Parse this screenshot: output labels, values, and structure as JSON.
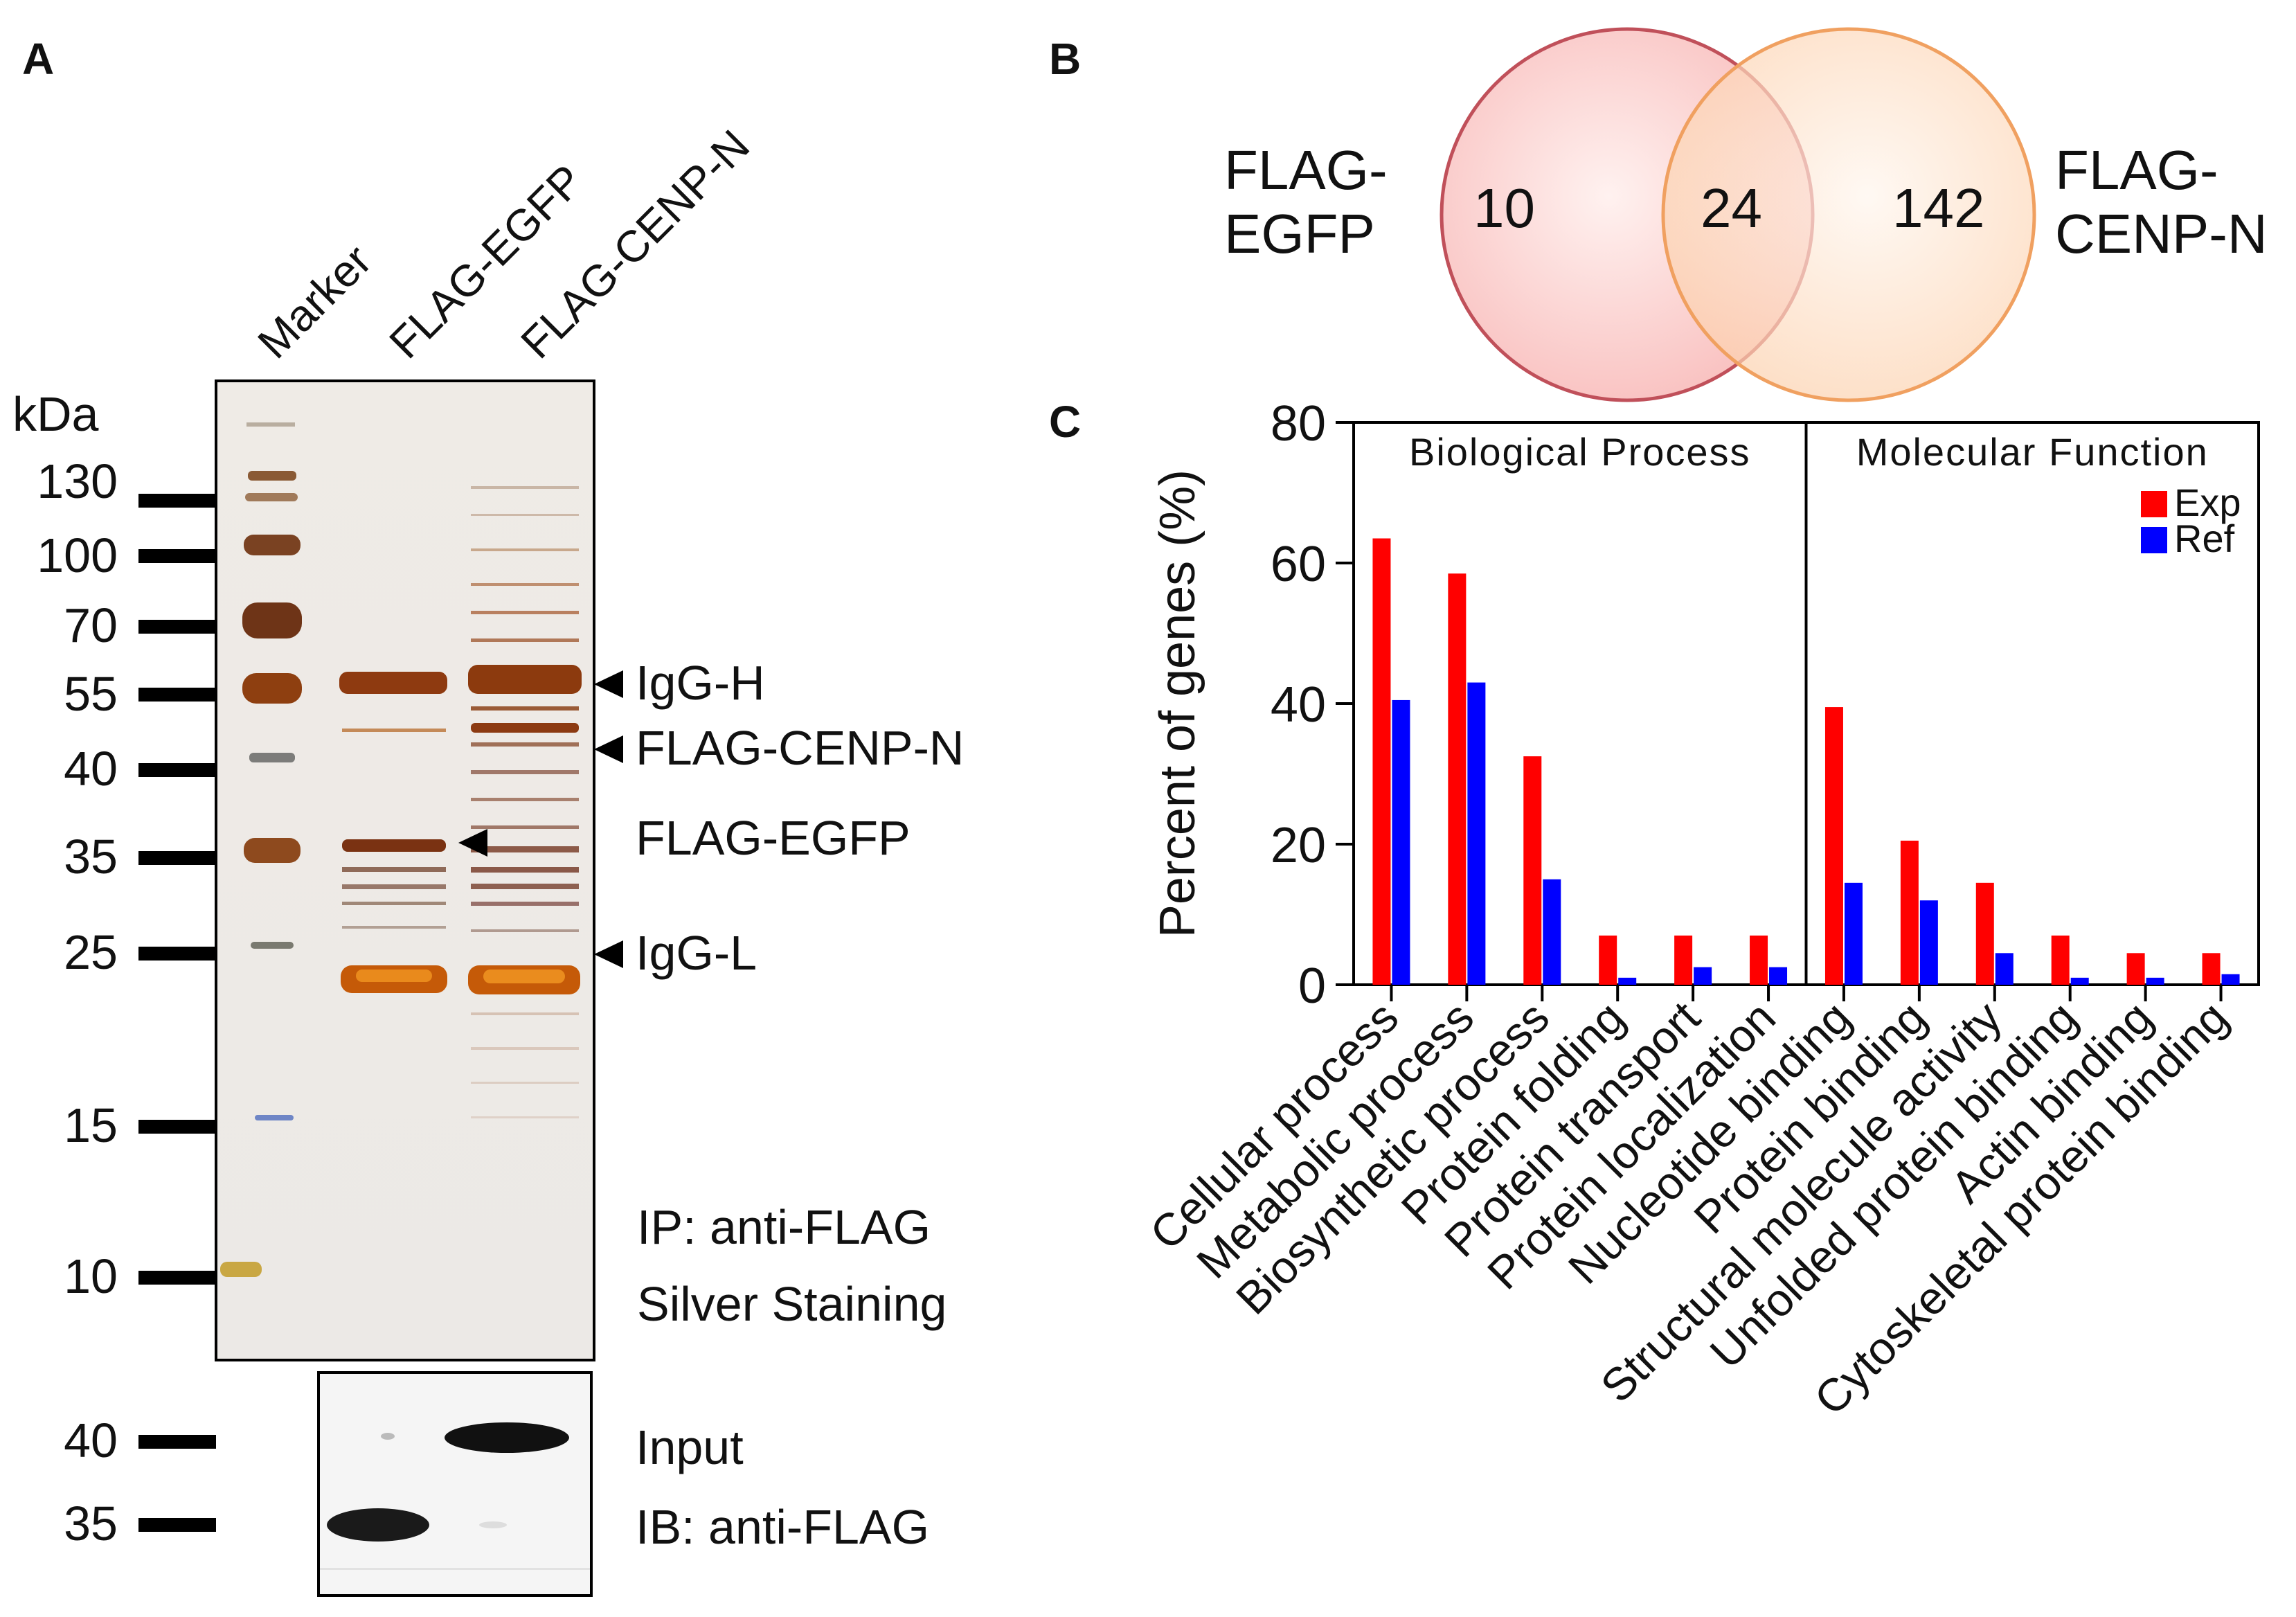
{
  "panels": {
    "a": "A",
    "b": "B",
    "c": "C"
  },
  "gel": {
    "lanes": [
      "Marker",
      "FLAG-EGFP",
      "FLAG-CENP-N"
    ],
    "kda_label": "kDa",
    "markers": [
      "130",
      "100",
      "70",
      "55",
      "40",
      "35",
      "25",
      "15",
      "10"
    ],
    "band_labels": {
      "igg_h": "IgG-H",
      "cenp_n": "FLAG-CENP-N",
      "egfp": "FLAG-EGFP",
      "igg_l": "IgG-L"
    },
    "ip_note": "IP: anti-FLAG",
    "stain_note": "Silver Staining"
  },
  "blot": {
    "markers": [
      "40",
      "35"
    ],
    "input_note": "Input",
    "ib_note": "IB: anti-FLAG"
  },
  "venn": {
    "left_label": [
      "FLAG-",
      "EGFP"
    ],
    "right_label": [
      "FLAG-",
      "CENP-N"
    ],
    "left_only": "10",
    "overlap": "24",
    "right_only": "142",
    "colors": {
      "left_stroke": "#c0505a",
      "right_stroke": "#f0a060",
      "left_fill": "#fbd3d2",
      "right_fill": "#fde3cc"
    }
  },
  "chart_data": {
    "type": "bar",
    "ylabel": "Percent of genes (%)",
    "ylim": [
      0,
      80
    ],
    "yticks": [
      "0",
      "20",
      "40",
      "60",
      "80"
    ],
    "sections": [
      "Biological Process",
      "Molecular Function"
    ],
    "categories": [
      "Cellular process",
      "Metabolic process",
      "Biosynthetic process",
      "Protein folding",
      "Protein transport",
      "Protein localization",
      "Nucleotide binding",
      "Protein binding",
      "Structural molecule activity",
      "Unfolded protein binding",
      "Actin binding",
      "Cytoskeletal protein binding"
    ],
    "series": [
      {
        "name": "Exp",
        "color": "#ff0000",
        "values": [
          63.5,
          58.5,
          32.5,
          7,
          7,
          7,
          39.5,
          20.5,
          14.5,
          7,
          4.5,
          4.5
        ]
      },
      {
        "name": "Ref",
        "color": "#0000ff",
        "values": [
          40.5,
          43,
          15,
          1,
          2.5,
          2.5,
          14.5,
          12,
          4.5,
          1,
          1,
          1.5
        ]
      }
    ],
    "legend_position": "top-right",
    "grid": false
  }
}
